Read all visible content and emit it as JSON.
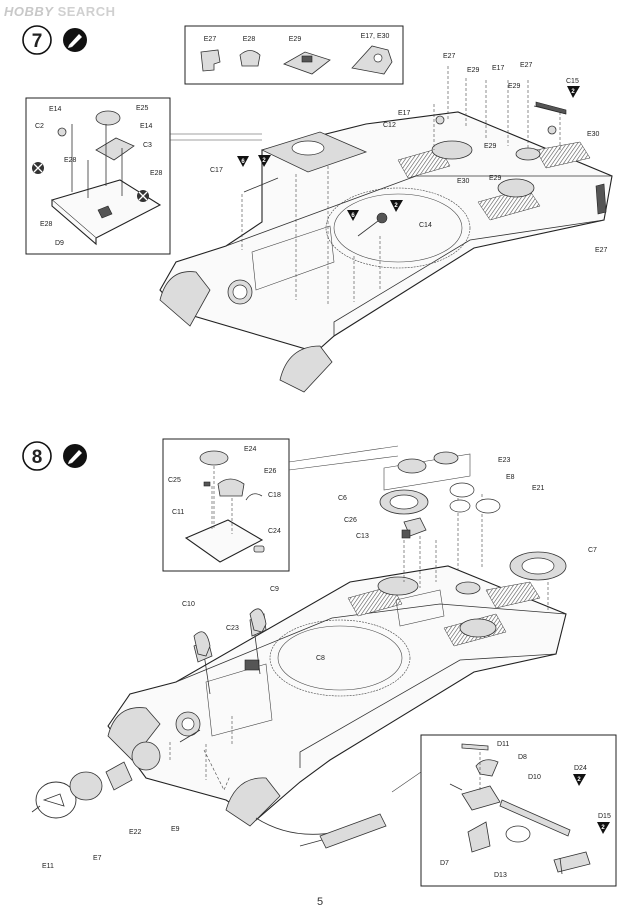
{
  "watermark": {
    "logo": "HOBBY",
    "text": "SEARCH"
  },
  "page_number": "5",
  "steps": [
    {
      "number": "7"
    },
    {
      "number": "8"
    }
  ],
  "step7": {
    "top_box_labels": [
      "E27",
      "E28",
      "E29",
      "E17, E30"
    ],
    "inset_labels": [
      "E14",
      "E25",
      "C2",
      "E14",
      "C3",
      "E28",
      "E28",
      "E28",
      "D9"
    ],
    "main_labels": [
      "E27",
      "E29",
      "E17",
      "E27",
      "E29",
      "C15",
      "E17",
      "E30",
      "C12",
      "E29",
      "E30",
      "E29",
      "C17",
      "C14",
      "E27"
    ],
    "flags": [
      "6",
      "2",
      "6",
      "2",
      "2"
    ]
  },
  "step8": {
    "inset_labels": [
      "E24",
      "C25",
      "E26",
      "C18",
      "C11",
      "C24"
    ],
    "main_labels": [
      "E23",
      "E8",
      "C6",
      "E21",
      "C26",
      "C13",
      "C7",
      "C9",
      "C10",
      "C23",
      "C8",
      "E11",
      "E7",
      "E22",
      "E9"
    ],
    "detail_labels": [
      "D11",
      "D8",
      "D10",
      "D24",
      "D7",
      "D13",
      "D15"
    ],
    "flags": [
      "2",
      "2"
    ]
  }
}
